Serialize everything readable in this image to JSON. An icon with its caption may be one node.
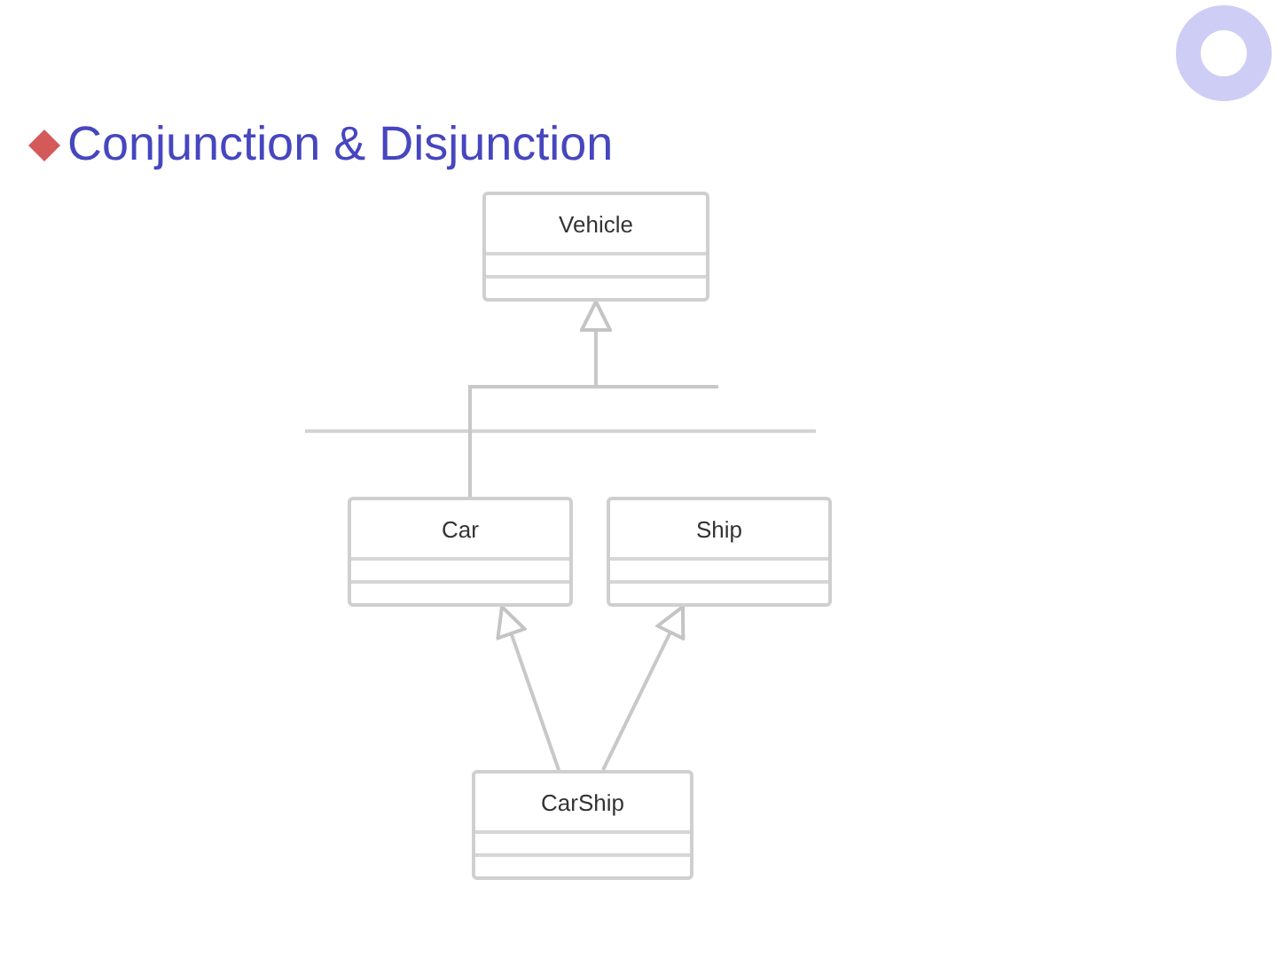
{
  "diagram": {
    "title": "Conjunction  & Disjunction",
    "nodes": [
      {
        "text": [
          "Vehicle"
        ]
      },
      {
        "text": [
          "Car"
        ]
      },
      {
        "text": [
          "Ship"
        ]
      },
      {
        "text": [
          "CarShip"
        ]
      }
    ],
    "edges": [
      {
        "from": 1,
        "to": 0,
        "arrow": "to"
      },
      {
        "from": 3,
        "to": 1,
        "arrow": "to"
      },
      {
        "from": 3,
        "to": 2,
        "arrow": "to"
      }
    ]
  }
}
